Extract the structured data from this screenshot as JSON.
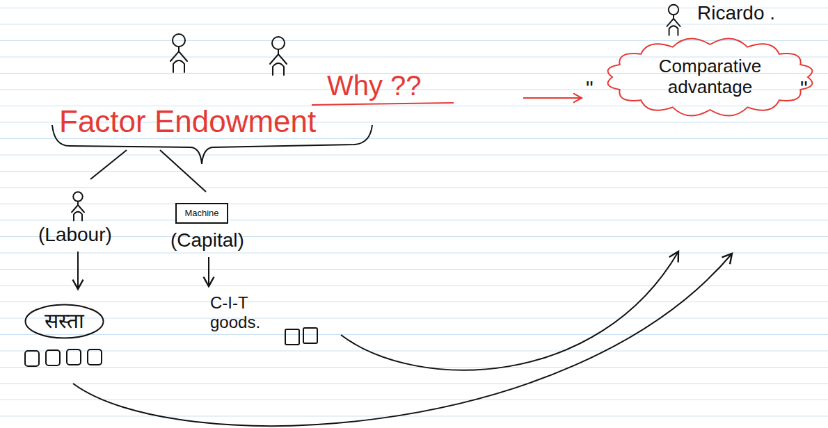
{
  "diagram": {
    "nodes": [
      {
        "text": [
          "Comparative advantage"
        ]
      },
      {
        "text": [
          "Machine"
        ]
      },
      {
        "text": [
          "सस्ता"
        ]
      }
    ],
    "labels": [
      "Ricardo .",
      "Why ??",
      "\"",
      "\"",
      "Factor Endowment",
      "(Labour)",
      "(Capital)",
      "C-I-T goods."
    ]
  }
}
